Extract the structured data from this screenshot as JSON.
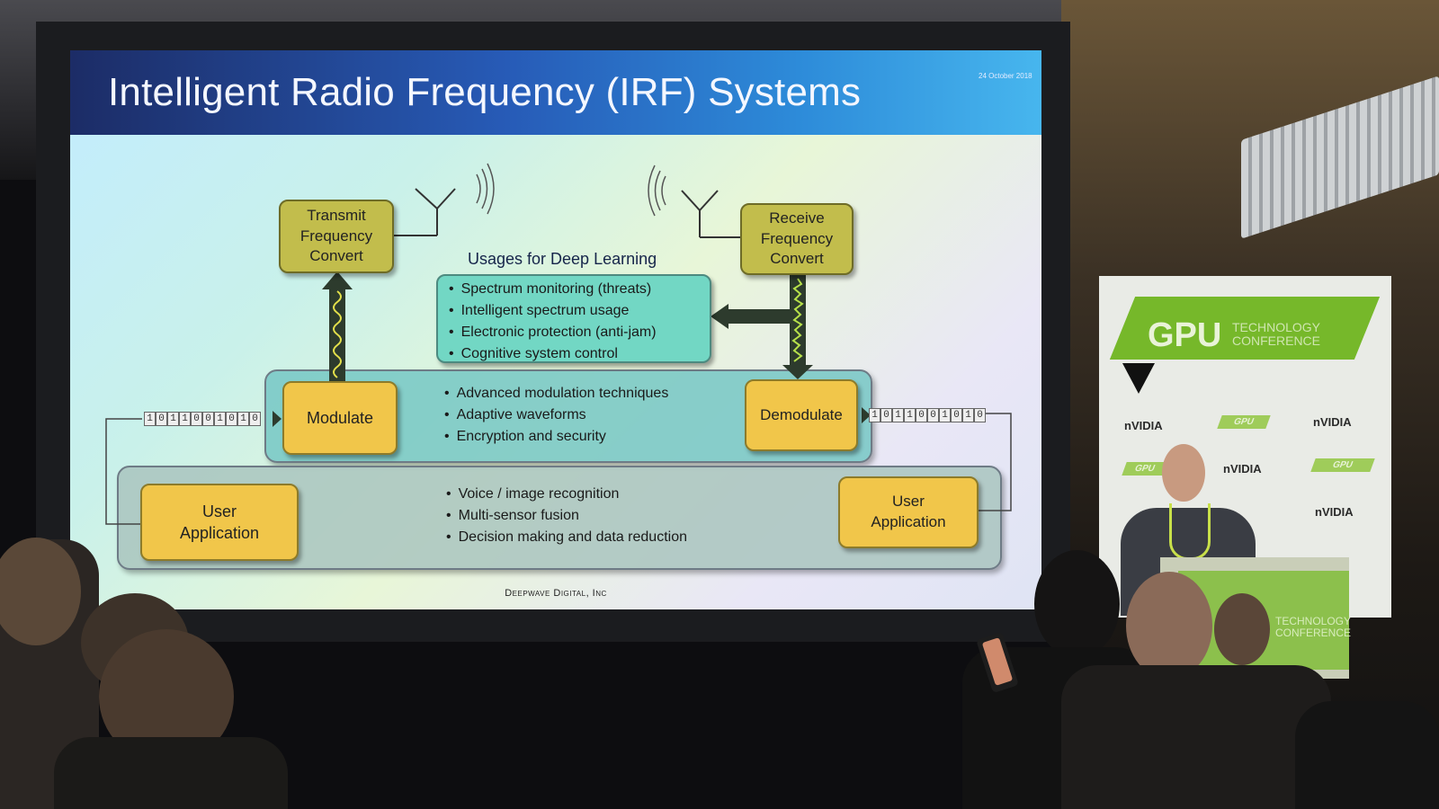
{
  "slide": {
    "title": "Intelligent Radio Frequency (IRF) Systems",
    "date": "24 October 2018",
    "footer": "Deepwave Digital, Inc",
    "transmit_box": "Transmit\nFrequency\nConvert",
    "receive_box": "Receive\nFrequency\nConvert",
    "modulate_box": "Modulate",
    "demodulate_box": "Demodulate",
    "user_app_left": "User\nApplication",
    "user_app_right": "User\nApplication",
    "usage_heading": "Usages for Deep Learning",
    "usage_items": [
      "Spectrum monitoring (threats)",
      "Intelligent spectrum usage",
      "Electronic protection (anti-jam)",
      "Cognitive system control"
    ],
    "modulation_items": [
      "Advanced modulation techniques",
      "Adaptive waveforms",
      "Encryption and security"
    ],
    "application_items": [
      "Voice / image recognition",
      "Multi-sensor fusion",
      "Decision making and data reduction"
    ],
    "bits_left": [
      "1",
      "0",
      "1",
      "1",
      "0",
      "0",
      "1",
      "0",
      "1",
      "0"
    ],
    "bits_right": [
      "1",
      "0",
      "1",
      "1",
      "0",
      "0",
      "1",
      "0",
      "1",
      "0"
    ]
  },
  "booth": {
    "gpu": "GPU",
    "conference": "TECHNOLOGY\nCONFERENCE",
    "sponsor_logo": "nVIDIA",
    "gpu_small": "GPU",
    "podium_text": "TECHNOLOGY\nCONFERENCE"
  },
  "colors": {
    "title_bar": "#275bb7",
    "box_yellow": "#f1c64a",
    "nvidia_green": "#76b82a",
    "usage_box": "#72d7c4"
  }
}
